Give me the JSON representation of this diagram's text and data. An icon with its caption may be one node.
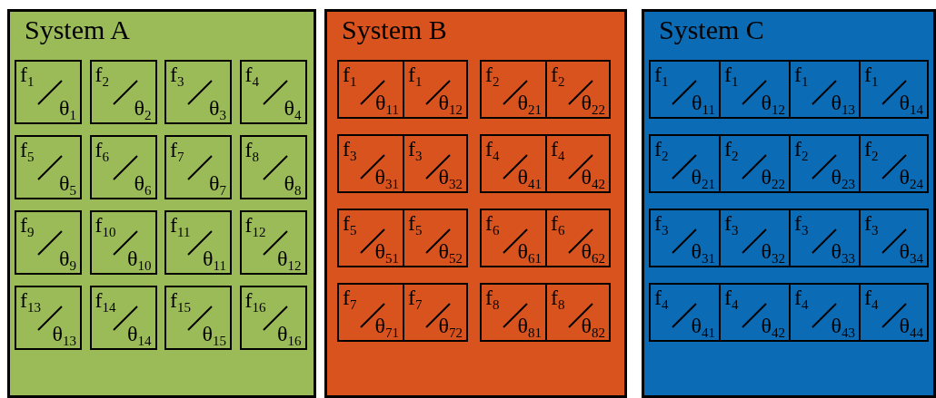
{
  "diagram": {
    "nodes": [
      {
        "text": [
          "System A"
        ]
      },
      {
        "text": [
          "f$_{1}$",
          "θ$_{1}$"
        ],
        "in": 0
      },
      {
        "text": [
          "f$_{2}$",
          "θ$_{2}$"
        ],
        "in": 0
      },
      {
        "text": [
          "f$_{3}$",
          "θ$_{3}$"
        ],
        "in": 0
      },
      {
        "text": [
          "f$_{4}$",
          "θ$_{4}$"
        ],
        "in": 0
      },
      {
        "text": [
          "f$_{5}$",
          "θ$_{5}$"
        ],
        "in": 0
      },
      {
        "text": [
          "f$_{6}$",
          "θ$_{6}$"
        ],
        "in": 0
      },
      {
        "text": [
          "f$_{7}$",
          "θ$_{7}$"
        ],
        "in": 0
      },
      {
        "text": [
          "f$_{8}$",
          "θ$_{8}$"
        ],
        "in": 0
      },
      {
        "text": [
          "f$_{9}$",
          "θ$_{9}$"
        ],
        "in": 0
      },
      {
        "text": [
          "f$_{10}$",
          "θ$_{10}$"
        ],
        "in": 0
      },
      {
        "text": [
          "f$_{11}$",
          "θ$_{11}$"
        ],
        "in": 0
      },
      {
        "text": [
          "f$_{12}$",
          "θ$_{12}$"
        ],
        "in": 0
      },
      {
        "text": [
          "f$_{13}$",
          "θ$_{13}$"
        ],
        "in": 0
      },
      {
        "text": [
          "f$_{14}$",
          "θ$_{14}$"
        ],
        "in": 0
      },
      {
        "text": [
          "f$_{15}$",
          "θ$_{15}$"
        ],
        "in": 0
      },
      {
        "text": [
          "f$_{16}$",
          "θ$_{16}$"
        ],
        "in": 0
      },
      {
        "text": [
          "System B"
        ]
      },
      {
        "text": [],
        "shape": "box",
        "in": 17
      },
      {
        "text": [
          "f$_{1}$",
          "θ$_{11}$"
        ],
        "in": 18
      },
      {
        "text": [
          "f$_{1}$",
          "θ$_{12}$"
        ],
        "in": 18
      },
      {
        "text": [],
        "shape": "box",
        "in": 17
      },
      {
        "text": [
          "f$_{2}$",
          "θ$_{21}$"
        ],
        "in": 21
      },
      {
        "text": [
          "f$_{2}$",
          "θ$_{22}$"
        ],
        "in": 21
      },
      {
        "text": [],
        "shape": "box",
        "in": 17
      },
      {
        "text": [
          "f$_{3}$",
          "θ$_{31}$"
        ],
        "in": 24
      },
      {
        "text": [
          "f$_{3}$",
          "θ$_{32}$"
        ],
        "in": 24
      },
      {
        "text": [],
        "shape": "box",
        "in": 17
      },
      {
        "text": [
          "f$_{4}$",
          "θ$_{41}$"
        ],
        "in": 27
      },
      {
        "text": [
          "f$_{4}$",
          "θ$_{42}$"
        ],
        "in": 27
      },
      {
        "text": [],
        "shape": "box",
        "in": 17
      },
      {
        "text": [
          "f$_{5}$",
          "θ$_{51}$"
        ],
        "in": 30
      },
      {
        "text": [
          "f$_{5}$",
          "θ$_{52}$"
        ],
        "in": 30
      },
      {
        "text": [],
        "shape": "box",
        "in": 17
      },
      {
        "text": [
          "f$_{6}$",
          "θ$_{61}$"
        ],
        "in": 33
      },
      {
        "text": [
          "f$_{6}$",
          "θ$_{62}$"
        ],
        "in": 33
      },
      {
        "text": [],
        "shape": "box",
        "in": 17
      },
      {
        "text": [
          "f$_{7}$",
          "θ$_{71}$"
        ],
        "in": 36
      },
      {
        "text": [
          "f$_{7}$",
          "θ$_{72}$"
        ],
        "in": 36
      },
      {
        "text": [],
        "shape": "box",
        "in": 17
      },
      {
        "text": [
          "f$_{8}$",
          "θ$_{81}$"
        ],
        "in": 39
      },
      {
        "text": [
          "f$_{8}$",
          "θ$_{82}$"
        ],
        "in": 39
      },
      {
        "text": [
          "System C"
        ]
      },
      {
        "text": [],
        "shape": "box",
        "in": 42
      },
      {
        "text": [
          "f$_{1}$",
          "θ$_{11}$"
        ],
        "in": 43
      },
      {
        "text": [
          "f$_{1}$",
          "θ$_{12}$"
        ],
        "in": 43
      },
      {
        "text": [
          "f$_{1}$",
          "θ$_{13}$"
        ],
        "in": 43
      },
      {
        "text": [
          "f$_{1}$",
          "θ$_{14}$"
        ],
        "in": 43
      },
      {
        "text": [],
        "shape": "box",
        "in": 42
      },
      {
        "text": [
          "f$_{2}$",
          "θ$_{21}$"
        ],
        "in": 48
      },
      {
        "text": [
          "f$_{2}$",
          "θ$_{22}$"
        ],
        "in": 48
      },
      {
        "text": [
          "f$_{2}$",
          "θ$_{23}$"
        ],
        "in": 48
      },
      {
        "text": [
          "f$_{2}$",
          "θ$_{24}$"
        ],
        "in": 48
      },
      {
        "text": [],
        "shape": "box",
        "in": 42
      },
      {
        "text": [
          "f$_{3}$",
          "θ$_{31}$"
        ],
        "in": 53
      },
      {
        "text": [
          "f$_{3}$",
          "θ$_{32}$"
        ],
        "in": 53
      },
      {
        "text": [
          "f$_{3}$",
          "θ$_{33}$"
        ],
        "in": 53
      },
      {
        "text": [
          "f$_{3}$",
          "θ$_{34}$"
        ],
        "in": 53
      },
      {
        "text": [],
        "shape": "box",
        "in": 42
      },
      {
        "text": [
          "f$_{4}$",
          "θ$_{41}$"
        ],
        "in": 58
      },
      {
        "text": [
          "f$_{4}$",
          "θ$_{42}$"
        ],
        "in": 58
      },
      {
        "text": [
          "f$_{4}$",
          "θ$_{43}$"
        ],
        "in": 58
      },
      {
        "text": [
          "f$_{4}$",
          "θ$_{44}$"
        ],
        "in": 58
      }
    ]
  }
}
